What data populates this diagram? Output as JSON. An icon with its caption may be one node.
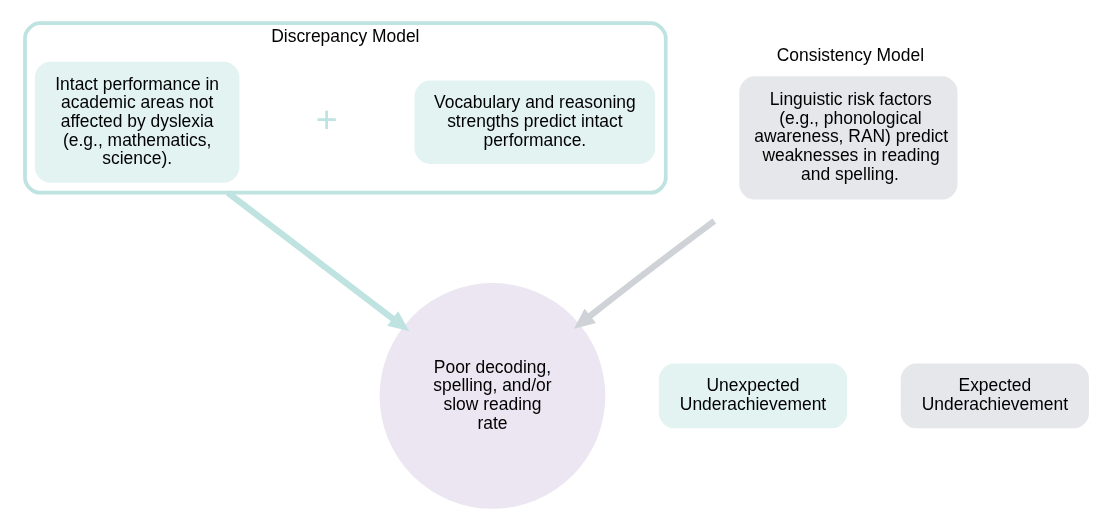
{
  "diagram": {
    "nodes": [
      {
        "text": [
          "Discrepancy Model"
        ]
      },
      {
        "text": [
          "Vocabulary and reasoning strengths predict intact performance."
        ],
        "in": 0
      },
      {
        "text": [
          "Intact performance in academic areas not affected by dyslexia (e.g., mathematics, science)."
        ],
        "in": 0
      },
      {
        "text": [
          "Consistency Model",
          "Linguistic risk factors (e.g., phonological awareness, RAN) predict weaknesses in reading and spelling."
        ]
      },
      {
        "text": [
          "Poor decoding, spelling, and/or slow reading rate"
        ]
      },
      {
        "text": [
          "Unexpected Underachievement"
        ]
      },
      {
        "text": [
          "Expected Underachievement"
        ]
      }
    ],
    "edges": [
      {
        "from": 0,
        "to": 4,
        "arrow": "to",
        "color": "#bfe3e0"
      },
      {
        "from": 3,
        "to": 4,
        "arrow": "to",
        "color": "#cfd2d6"
      }
    ],
    "labels": [
      "+"
    ]
  }
}
